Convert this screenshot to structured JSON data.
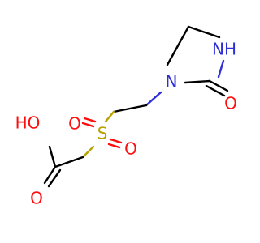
{
  "molecule": {
    "atoms": {
      "nh": {
        "label": "NH",
        "color": "#2f2fd8"
      },
      "n1": {
        "label": "N",
        "color": "#2f2fd8"
      },
      "o_carbonyl": {
        "label": "O",
        "color": "#ff0d0d"
      },
      "s": {
        "label": "S",
        "color": "#b8a200"
      },
      "o_s_left": {
        "label": "O",
        "color": "#ff0d0d"
      },
      "o_s_right": {
        "label": "O",
        "color": "#ff0d0d"
      },
      "ho": {
        "label": "HO",
        "color": "#ff0d0d"
      },
      "o_acid": {
        "label": "O",
        "color": "#ff0d0d"
      }
    },
    "colors": {
      "carbon_bond": "#000000",
      "oxygen": "#ff0d0d",
      "nitrogen": "#2f2fd8",
      "sulfur": "#b8a200"
    }
  }
}
